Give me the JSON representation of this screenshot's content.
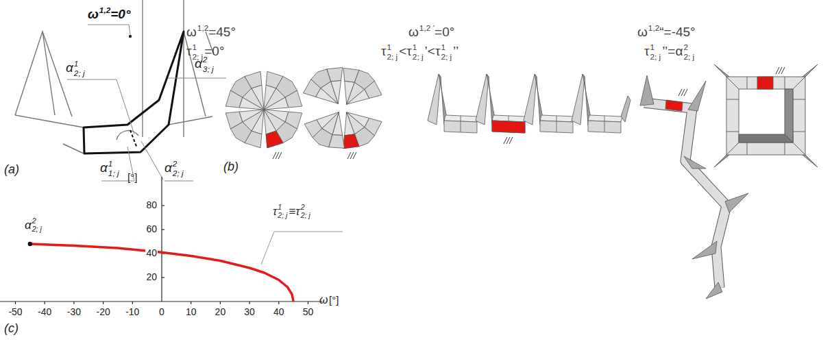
{
  "diagram": {
    "labels": [
      "ω",
      "1,2",
      "=0°",
      "α",
      "1",
      "2; j",
      "α",
      "2",
      "3; j",
      "α",
      "1",
      "1; j",
      "α",
      "2",
      "2; j",
      "(a)",
      "ω",
      "1,2",
      "=45°",
      "τ",
      "1",
      "2; j",
      "=0°",
      "ω",
      "1,2 ’",
      "=0°",
      "τ",
      "1",
      "2; j",
      "<",
      "τ",
      "1",
      "2; j",
      "’<",
      "τ",
      "1",
      "2; j",
      "’’",
      "ω",
      "1,2",
      "“=-45°",
      "τ",
      "1",
      "2; j",
      "’’=",
      "α",
      "2",
      "2; j",
      "(b)",
      "[°]",
      "80",
      "60",
      "40",
      "20",
      "-50",
      "-40",
      "-30",
      "-20",
      "-10",
      "0",
      "10",
      "20",
      "30",
      "40",
      "50",
      "ω",
      "[°]",
      "α",
      "2",
      "2; j",
      "τ",
      "1",
      "2; j",
      "≡",
      "τ",
      "2",
      "2; j",
      "(c)"
    ]
  }
}
